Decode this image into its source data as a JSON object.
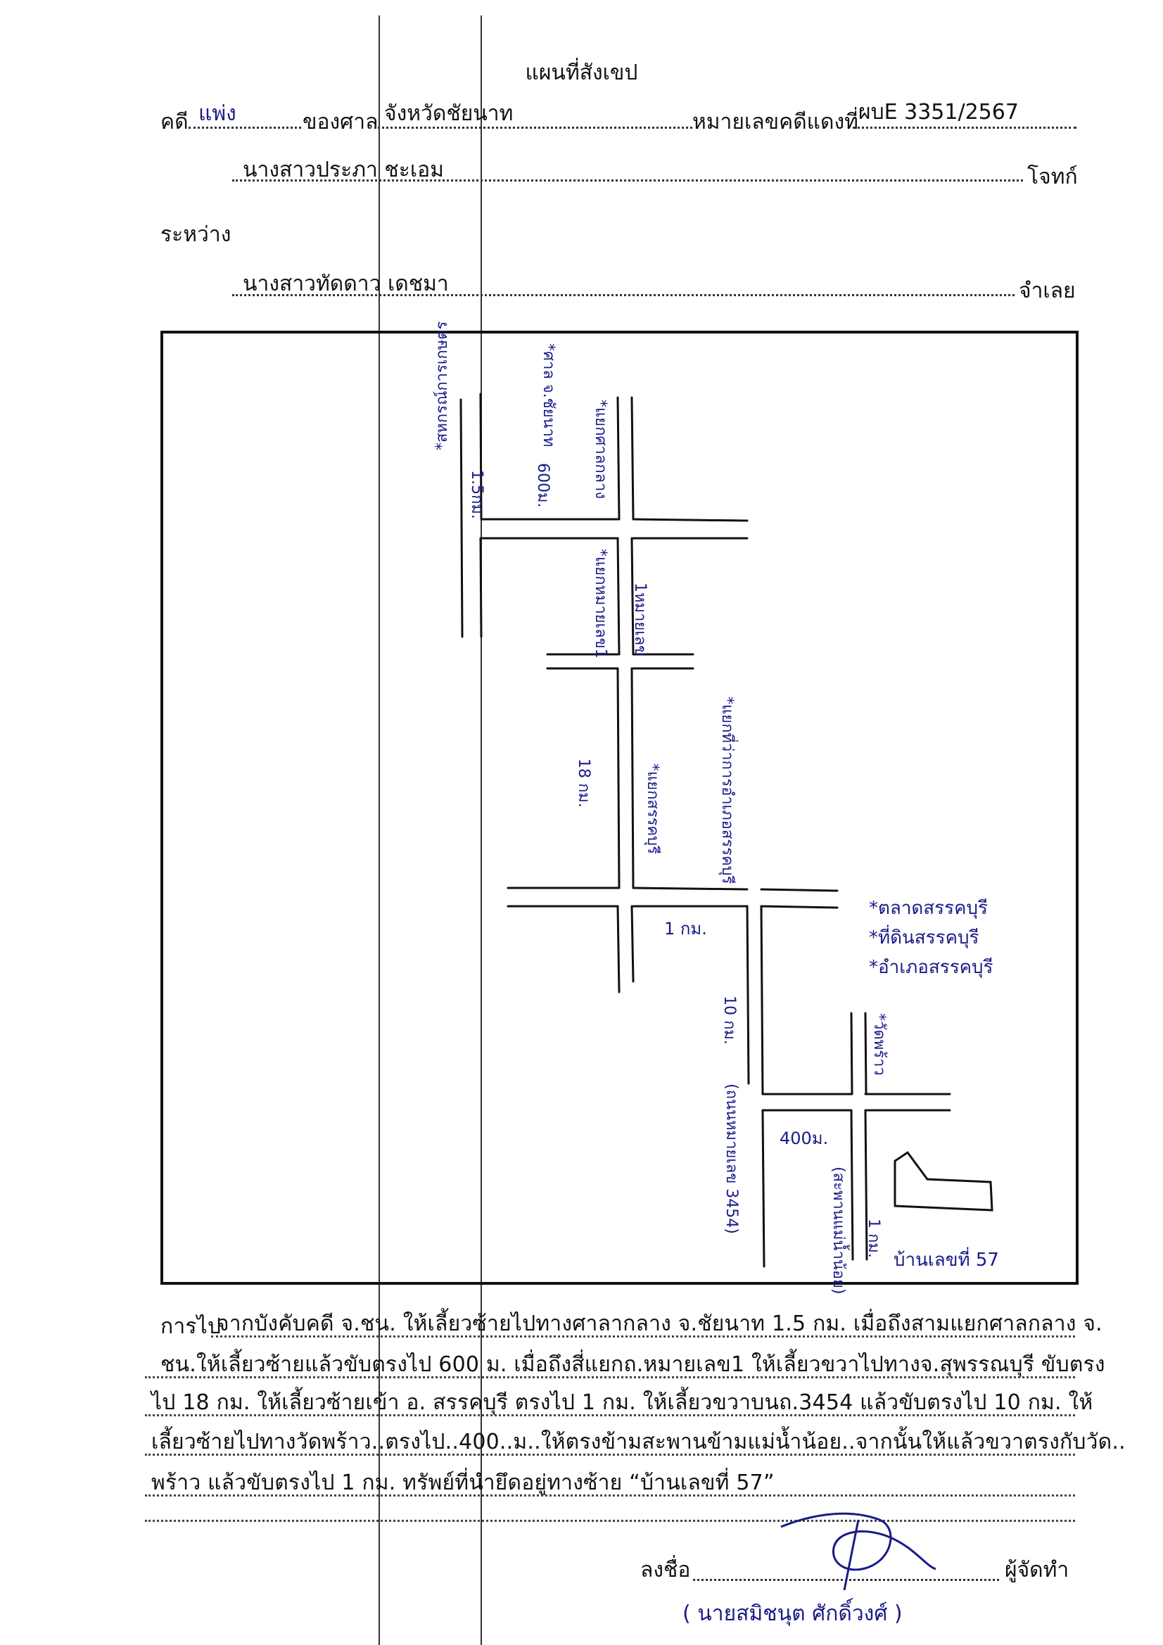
{
  "doc": {
    "title": "แผนที่สังเขป",
    "case_label": "คดี",
    "case_type": "แพ่ง",
    "court_label": "ของศาล",
    "court_name": "จังหวัดชัยนาท",
    "red_number_label": "หมายเลขคดีแดงที่",
    "red_number": "ผบE 3351/2567",
    "plaintiff_name": "นางสาวประภา ชะเอม",
    "plaintiff_label": "โจทก์",
    "between_label": "ระหว่าง",
    "defendant_name": "นางสาวทัดดาว เดชมา",
    "defendant_label": "จำเลย"
  },
  "map": {
    "labels": {
      "kaset": "*สหกรณ์การเกษตร",
      "dist_1_5": "1.5กม.",
      "court": "*ศาล จ.ชัยนาท",
      "dist_600": "600ม.",
      "junction_court": "*แยกศาลกลาง",
      "junction_no1": "*แยกหมายเลข1",
      "no1": "1หมายเลข",
      "dist_18": "18 กม.",
      "junction_sankhaburi": "*แยกสรรคบุรี",
      "junction_sankhaburi_house": "*แยกที่ว่าการอำเภอสรรคบุรี",
      "dist_1": "1 กม.",
      "market": "*ตลาดสรรคบุรี",
      "land_office": "*ที่ดินสรรคบุรี",
      "district_office": "*อำเภอสรรคบุรี",
      "dist_10": "10 กม.",
      "road_3454": "(ถนนหมายเลข 3454)",
      "wat_phrao": "*วัดพร้าว",
      "dist_400": "400ม.",
      "bridge": "(สะพานแม่น้ำน้อย)",
      "dist_1b": "1 กม.",
      "house": "บ้านเลขที่ 57"
    }
  },
  "route": {
    "label": "การไป",
    "line1": "จากบังคับคดี จ.ชน. ให้เลี้ยวซ้ายไปทางศาลากลาง จ.ชัยนาท 1.5 กม. เมื่อถึงสามแยกศาลกลาง จ.",
    "line2": "ชน.ให้เลี้ยวซ้ายแล้วขับตรงไป 600 ม. เมื่อถึงสี่แยกถ.หมายเลข1 ให้เลี้ยวขวาไปทางจ.สุพรรณบุรี ขับตรง",
    "line3": "ไป 18 กม. ให้เลี้ยวซ้ายเข้า อ. สรรคบุรี ตรงไป 1 กม. ให้เลี้ยวขวาบนถ.3454 แล้วขับตรงไป 10 กม. ให้",
    "line4": "เลี้ยวซ้ายไปทางวัดพร้าว..ตรงไป..400..ม..ให้ตรงข้ามสะพานข้ามแม่น้ำน้อย..จากนั้นให้แล้วขวาตรงกับวัด..",
    "line5": "พร้าว แล้วขับตรงไป 1 กม. ทรัพย์ที่นำยึดอยู่ทางซ้าย “บ้านเลขที่ 57”"
  },
  "signature": {
    "sign_label": "ลงชื่อ",
    "preparer_label": "ผู้จัดทำ",
    "signer_name": "( นายสมิชนุต ศักดิ์วงศ์ )"
  }
}
